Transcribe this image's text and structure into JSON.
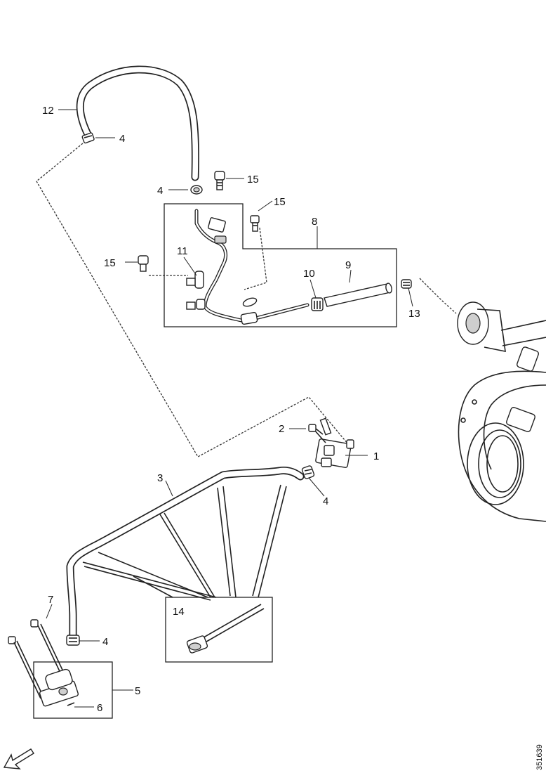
{
  "document_id": "351639",
  "callouts": {
    "c1": "1",
    "c2": "2",
    "c3": "3",
    "c4a": "4",
    "c4b": "4",
    "c4c": "4",
    "c4d": "4",
    "c5": "5",
    "c6": "6",
    "c7": "7",
    "c8": "8",
    "c9": "9",
    "c10": "10",
    "c11": "11",
    "c12": "12",
    "c13": "13",
    "c14": "14",
    "c15a": "15",
    "c15b": "15",
    "c15c": "15"
  },
  "icons": {
    "orientation_arrow": "direction-arrow-icon"
  }
}
